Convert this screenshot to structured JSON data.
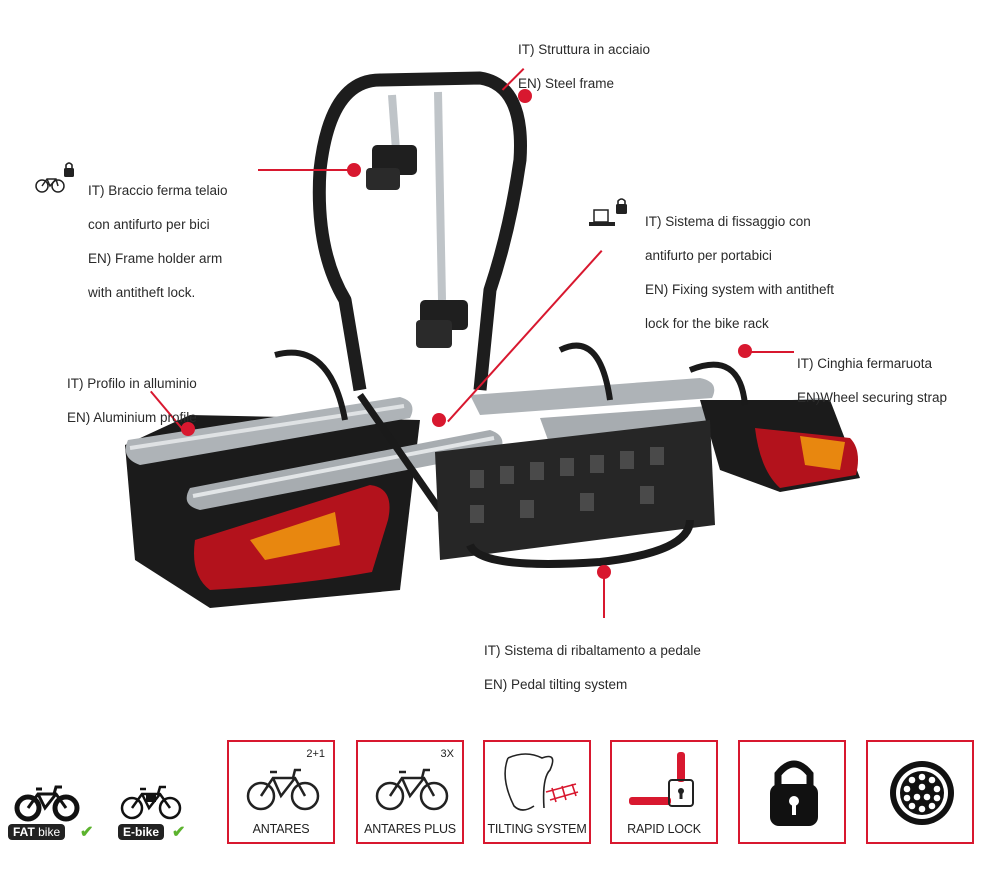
{
  "callouts": {
    "steel_frame": {
      "it": "IT) Struttura in acciaio",
      "en": "EN) Steel frame"
    },
    "frame_holder": {
      "it1": "IT) Braccio ferma telaio",
      "it2": "con antifurto per bici",
      "en1": "EN) Frame holder arm",
      "en2": "with antitheft lock."
    },
    "fixing_system": {
      "it1": "IT) Sistema di fissaggio con",
      "it2": "antifurto per portabici",
      "en1": "EN) Fixing system with antitheft",
      "en2": "lock for the bike rack"
    },
    "aluminium": {
      "it": "IT) Profilo in alluminio",
      "en": "EN) Aluminium profile"
    },
    "strap": {
      "it": "IT) Cinghia fermaruota",
      "en": "EN)Wheel securing strap"
    },
    "pedal": {
      "it": "IT) Sistema di ribaltamento a pedale",
      "en": "EN) Pedal tilting system"
    }
  },
  "badges": {
    "fat": {
      "word1": "FAT",
      "word2": "bike"
    },
    "ebike": {
      "label": "E-bike"
    }
  },
  "features": [
    {
      "label": "ANTARES",
      "corner": "2+1",
      "icon": "bike-icon"
    },
    {
      "label": "ANTARES PLUS",
      "corner": "3X",
      "icon": "bike-icon"
    },
    {
      "label": "TILTING SYSTEM",
      "corner": "",
      "icon": "tilting-icon"
    },
    {
      "label": "RAPID LOCK",
      "corner": "",
      "icon": "rapid-lock-icon"
    },
    {
      "label": "",
      "corner": "",
      "icon": "padlock-icon"
    },
    {
      "label": "",
      "corner": "",
      "icon": "connector-plug-icon"
    }
  ],
  "colors": {
    "accent": "#d8182f",
    "dark": "#222222",
    "check": "#5cb32e"
  }
}
